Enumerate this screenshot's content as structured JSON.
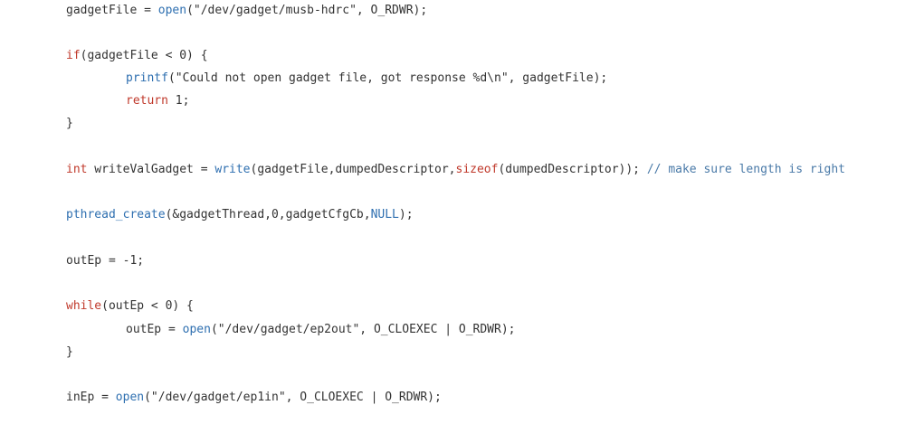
{
  "code": {
    "line1": {
      "pre": "gadgetFile = ",
      "fn": "open",
      "post": "(\"/dev/gadget/musb-hdrc\", O_RDWR);"
    },
    "line2": {
      "kw": "if",
      "post": "(gadgetFile < 0) {"
    },
    "line3": {
      "fn": "printf",
      "post": "(\"Could not open gadget file, got response %d\\n\", gadgetFile);"
    },
    "line4": {
      "kw": "return",
      "post": " 1;"
    },
    "line5": {
      "text": "}"
    },
    "line6": {
      "kw": "int",
      "a": " writeValGadget = ",
      "fn1": "write",
      "b": "(gadgetFile,dumpedDescriptor,",
      "kw2": "sizeof",
      "c": "(dumpedDescriptor)); ",
      "comment": "// make sure length is right"
    },
    "line7": {
      "fn": "pthread_create",
      "a": "(&gadgetThread,0,gadgetCfgCb,",
      "kw": "NULL",
      "b": ");"
    },
    "line8": {
      "text": "outEp = -1;"
    },
    "line9": {
      "kw": "while",
      "post": "(outEp < 0) {"
    },
    "line10": {
      "pre": "outEp = ",
      "fn": "open",
      "post": "(\"/dev/gadget/ep2out\", O_CLOEXEC | O_RDWR);"
    },
    "line11": {
      "text": "}"
    },
    "line12": {
      "pre": "inEp = ",
      "fn": "open",
      "post": "(\"/dev/gadget/ep1in\", O_CLOEXEC | O_RDWR);"
    }
  }
}
